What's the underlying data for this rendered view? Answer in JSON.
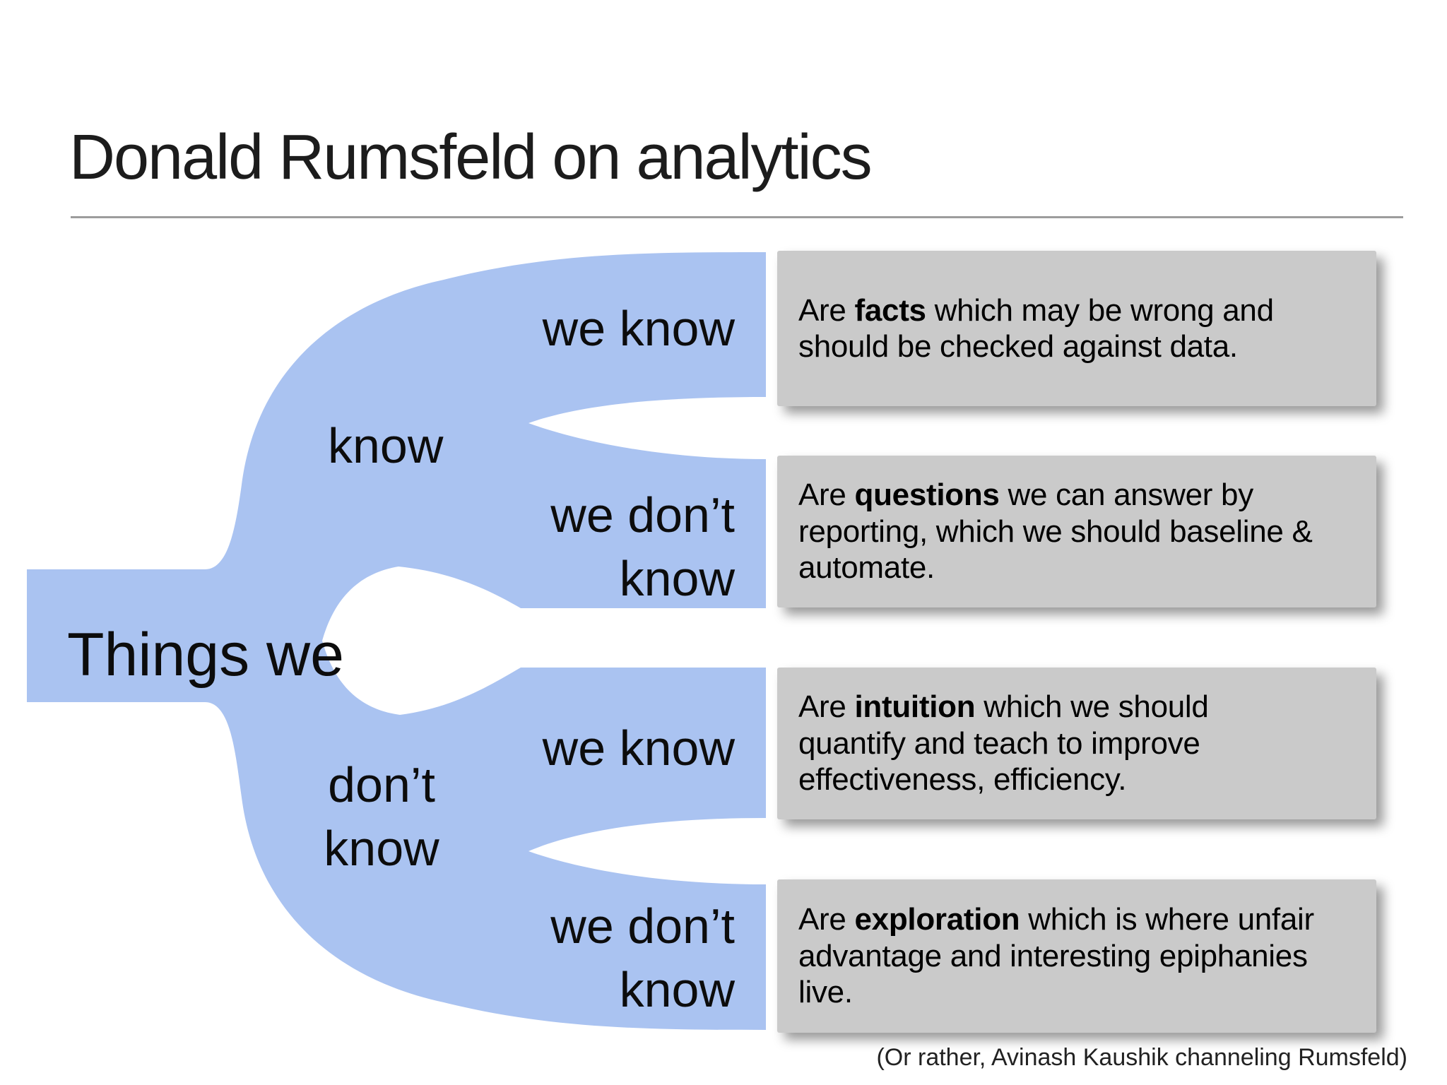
{
  "slide": {
    "title": "Donald Rumsfeld on analytics",
    "caption": "(Or rather, Avinash Kaushik channeling Rumsfeld)"
  },
  "colors": {
    "branch_blue": "#aac3f1",
    "gap_white": "#ffffff",
    "box_gray": "#cacaca",
    "divider_gray": "#9c9c9c",
    "title_color": "#1c1c1c",
    "label_color": "#0c0c0c"
  },
  "tree": {
    "trunk_label": "Things we",
    "branch_know_label": "know",
    "branch_dont_know_label": "don’t\nknow",
    "leaf_know_we_know": "we know",
    "leaf_know_we_dont_know": "we don’t\nknow",
    "leaf_dont_we_know": "we know",
    "leaf_dont_we_dont_know": "we don’t\nknow"
  },
  "boxes": [
    {
      "before": "Are ",
      "keyword": "facts",
      "after": " which may be wrong and should be checked against data."
    },
    {
      "before": "Are ",
      "keyword": "questions",
      "after": " we can answer by reporting, which we should baseline & automate."
    },
    {
      "before": "Are ",
      "keyword": "intuition",
      "after": " which we should quantify and teach to improve effectiveness, efficiency."
    },
    {
      "before": "Are ",
      "keyword": "exploration",
      "after": " which is where unfair advantage and interesting epiphanies live."
    }
  ]
}
